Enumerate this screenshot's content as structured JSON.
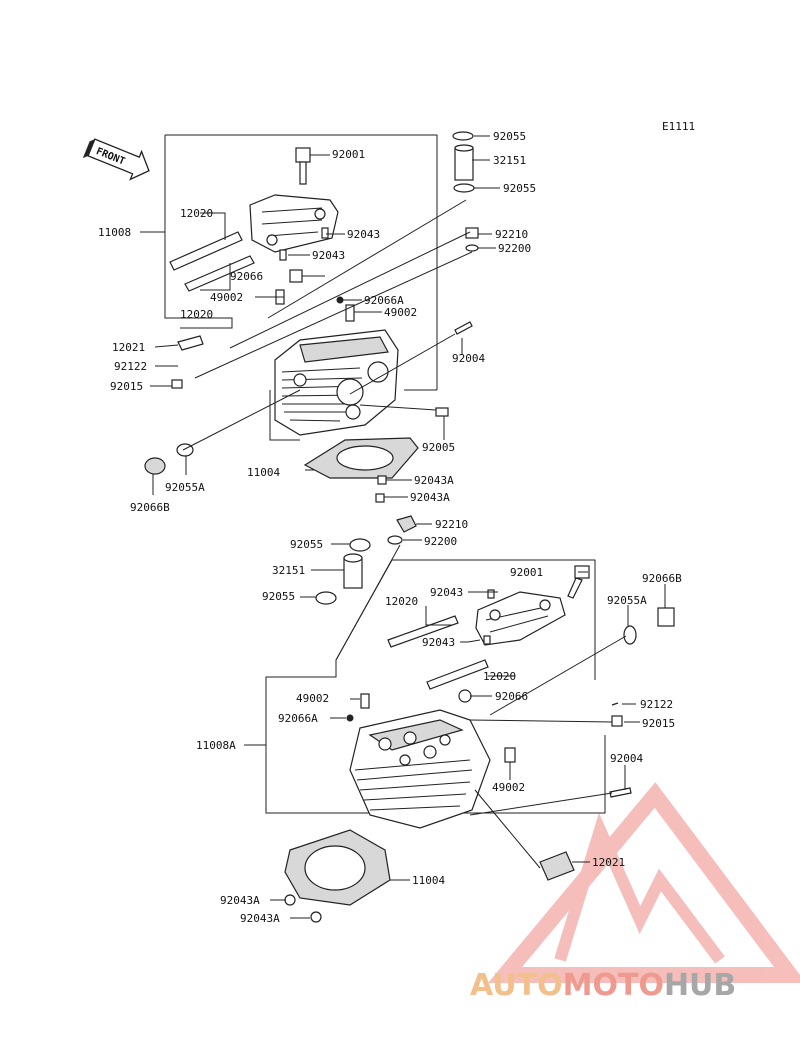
{
  "diagram_code": "E1111",
  "front_label": "FRONT",
  "top_assembly": {
    "labels": {
      "p92055_a": "92055",
      "p32151": "32151",
      "p92055_b": "92055",
      "p92001": "92001",
      "p11008": "11008",
      "p12020_a": "12020",
      "p92043_a": "92043",
      "p92043_b": "92043",
      "p92210": "92210",
      "p92200": "92200",
      "p92066": "92066",
      "p49002_a": "49002",
      "p92066A": "92066A",
      "p49002_b": "49002",
      "p12020_b": "12020",
      "p12021": "12021",
      "p92004": "92004",
      "p92122": "92122",
      "p92015": "92015",
      "p92005": "92005",
      "p11004": "11004",
      "p92043A_a": "92043A",
      "p92043A_b": "92043A",
      "p92055A": "92055A",
      "p92066B": "92066B"
    }
  },
  "bottom_assembly": {
    "labels": {
      "p92210": "92210",
      "p92055_a": "92055",
      "p92200": "92200",
      "p32151": "32151",
      "p92001": "92001",
      "p92066B": "92066B",
      "p92055_b": "92055",
      "p92043_a": "92043",
      "p12020_a": "12020",
      "p92055A": "92055A",
      "p92043_b": "92043",
      "p12020_b": "12020",
      "p49002_a": "49002",
      "p92066": "92066",
      "p92122": "92122",
      "p92066A": "92066A",
      "p92015": "92015",
      "p11008A": "11008A",
      "p92004": "92004",
      "p49002_b": "49002",
      "p12021": "12021",
      "p11004": "11004",
      "p92043A_a": "92043A",
      "p92043A_b": "92043A"
    }
  },
  "watermark": {
    "part1": "AUTO",
    "part2": "MOTO",
    "part3": "HUB",
    "color1": "#f2c08a",
    "color2": "#ee9a8f",
    "color3": "#a7a7a7",
    "triangle_color": "#ee8a84"
  }
}
